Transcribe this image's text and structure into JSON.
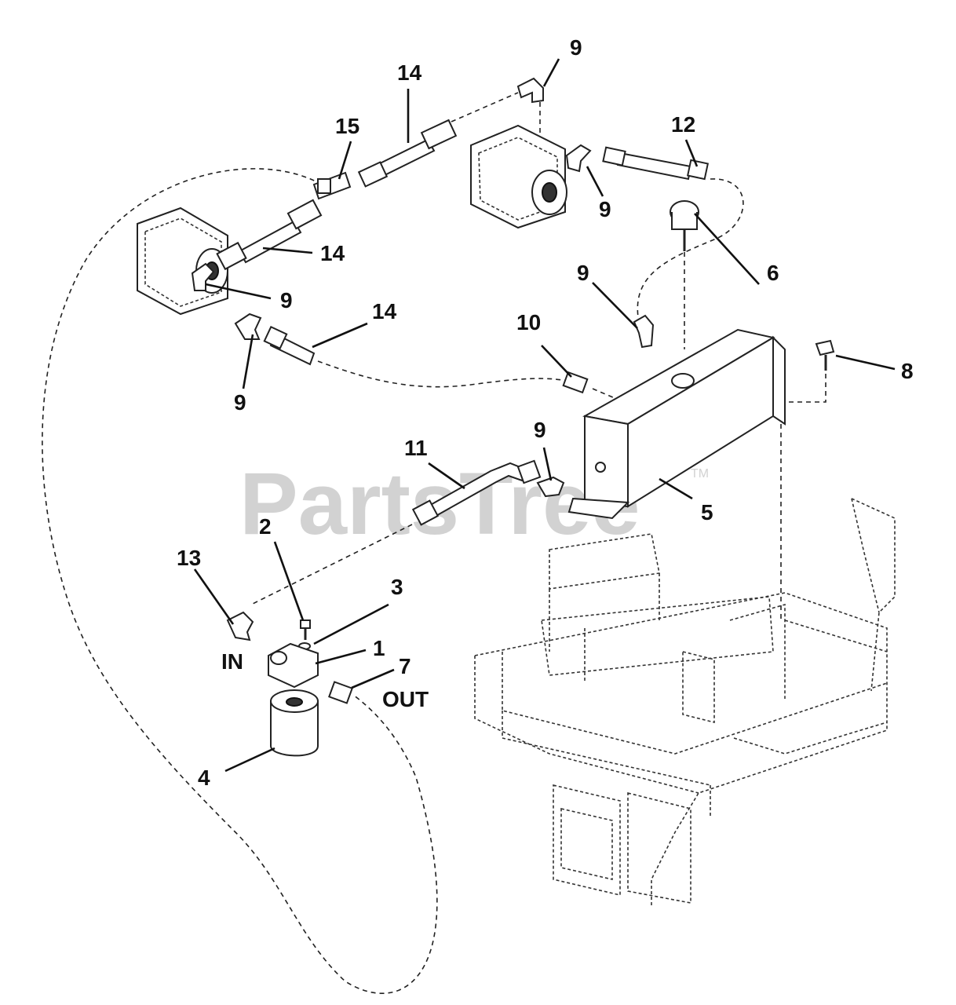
{
  "watermark": {
    "text": "PartsTree",
    "trademark": "TM"
  },
  "callouts": {
    "c1": "1",
    "c2": "2",
    "c3": "3",
    "c4": "4",
    "c5": "5",
    "c6": "6",
    "c7": "7",
    "c8": "8",
    "c9a": "9",
    "c9b": "9",
    "c9c": "9",
    "c9d": "9",
    "c9e": "9",
    "c9f": "9",
    "c10": "10",
    "c11": "11",
    "c12": "12",
    "c13": "13",
    "c14a": "14",
    "c14b": "14",
    "c14c": "14",
    "c15": "15"
  },
  "port_labels": {
    "in": "IN",
    "out": "OUT"
  }
}
